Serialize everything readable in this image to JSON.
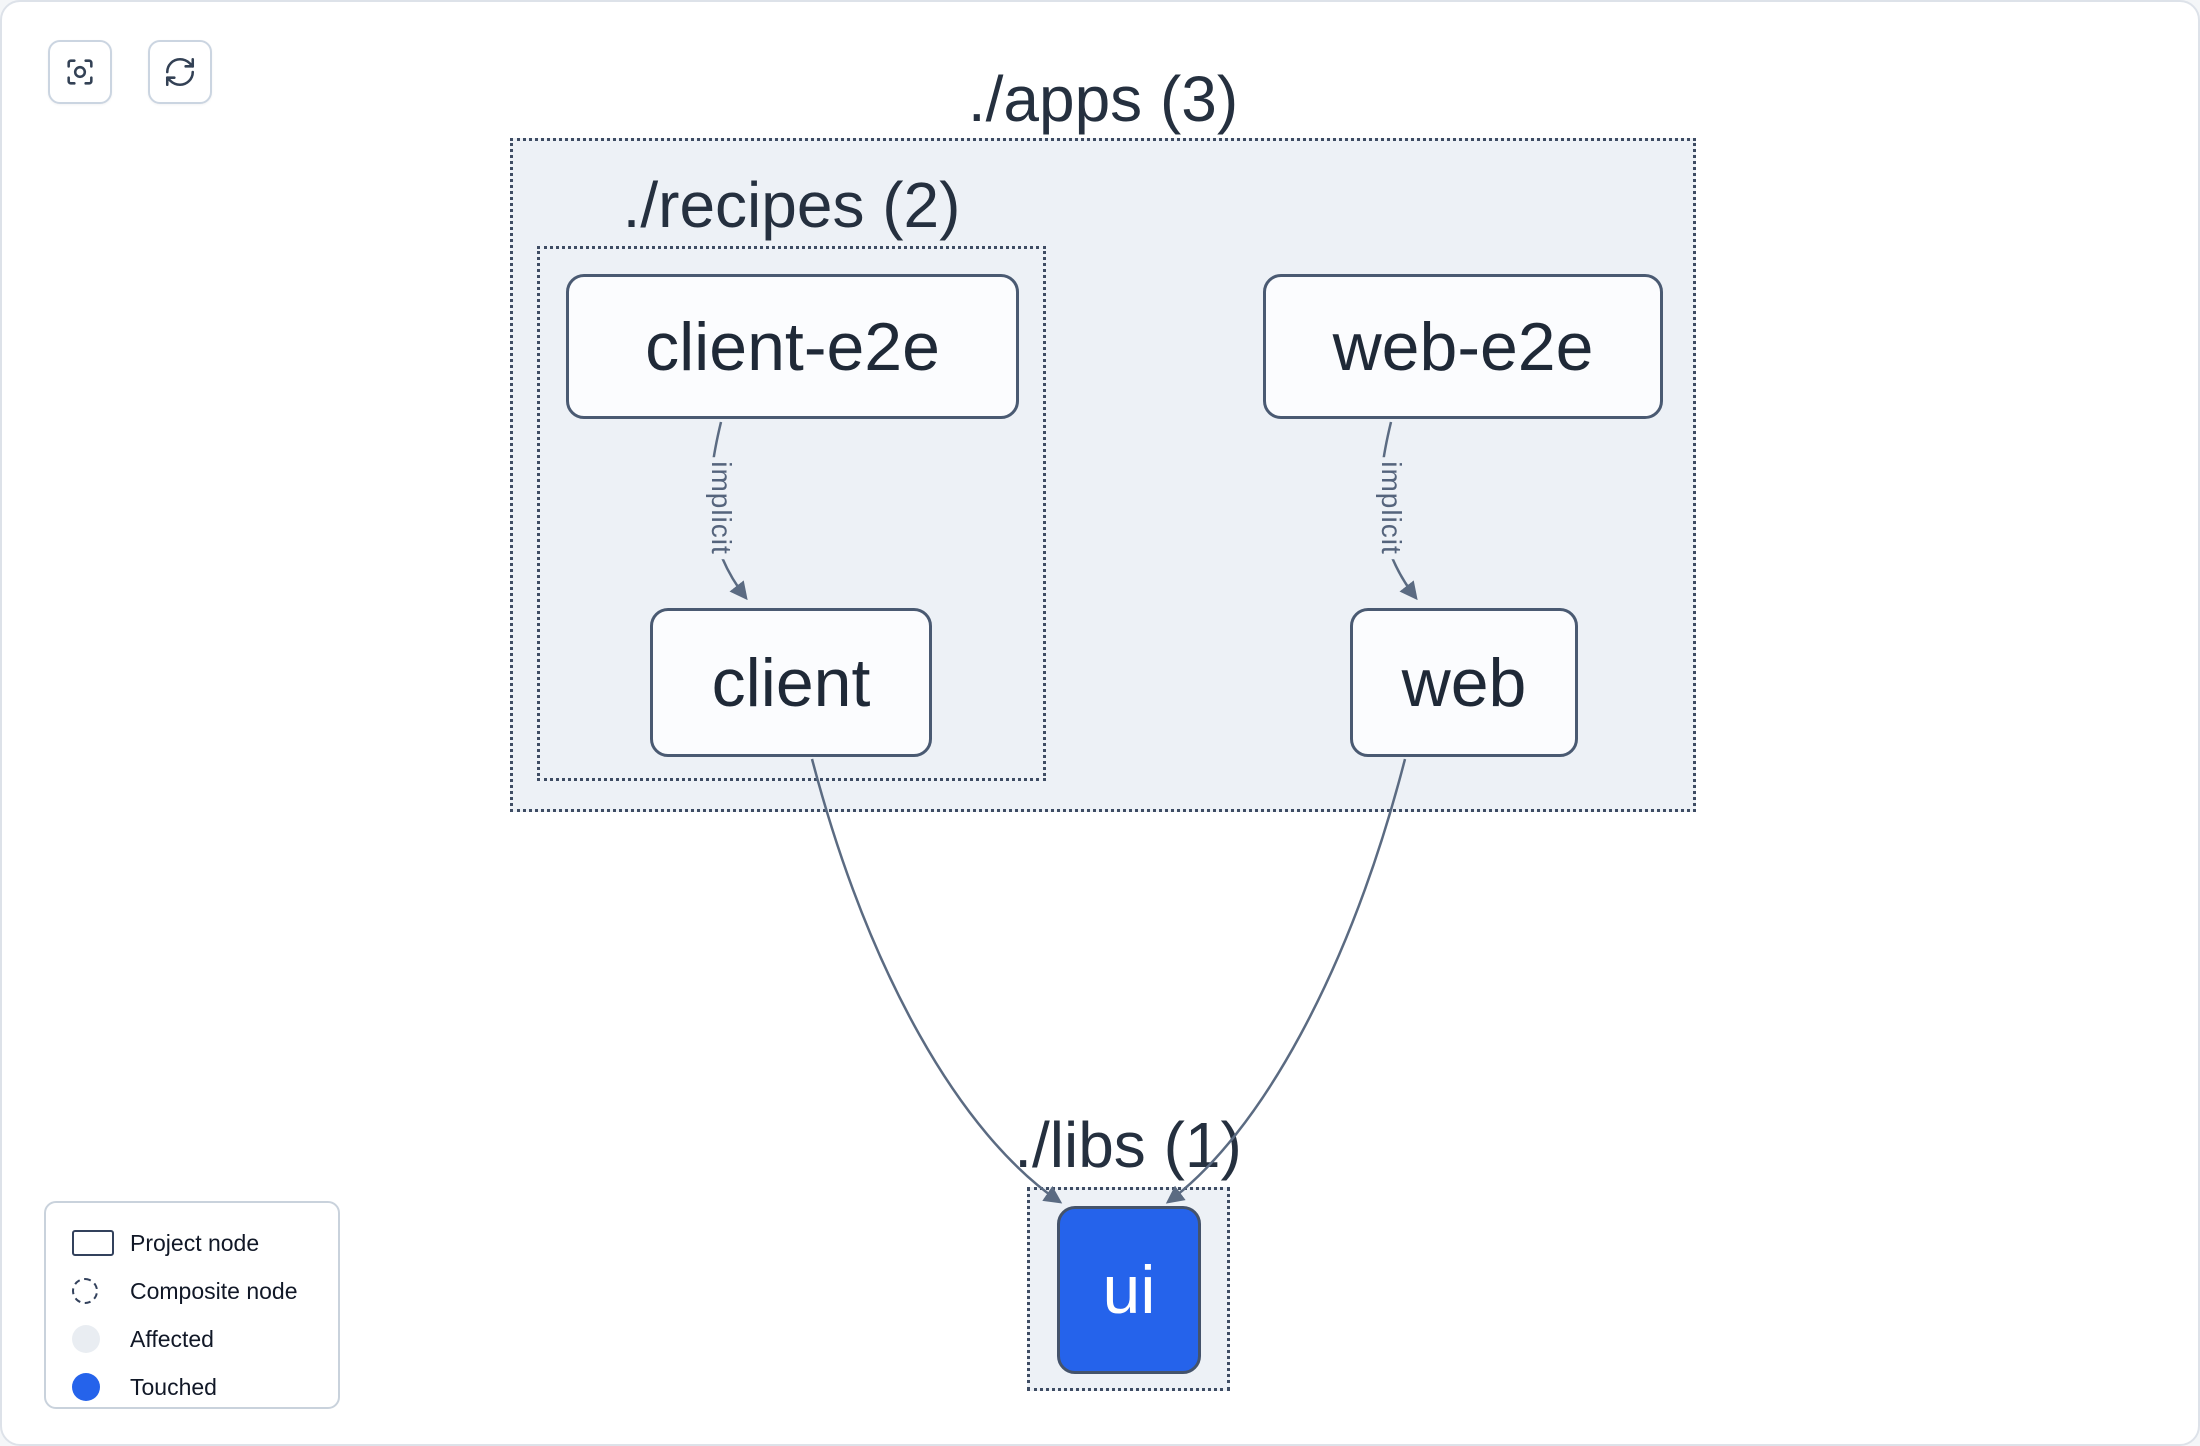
{
  "toolbar": {
    "buttons": [
      {
        "name": "focus",
        "icon": "focus-target-icon"
      },
      {
        "name": "refresh",
        "icon": "refresh-icon"
      }
    ]
  },
  "graph": {
    "groups": [
      {
        "id": "apps",
        "label": "./apps (3)"
      },
      {
        "id": "recipes",
        "label": "./recipes (2)"
      },
      {
        "id": "libs",
        "label": "./libs (1)"
      }
    ],
    "nodes": [
      {
        "id": "client-e2e",
        "label": "client-e2e",
        "state": "normal"
      },
      {
        "id": "web-e2e",
        "label": "web-e2e",
        "state": "normal"
      },
      {
        "id": "client",
        "label": "client",
        "state": "normal"
      },
      {
        "id": "web",
        "label": "web",
        "state": "normal"
      },
      {
        "id": "ui",
        "label": "ui",
        "state": "touched"
      }
    ],
    "edges": [
      {
        "from": "client-e2e",
        "to": "client",
        "label": "implicit"
      },
      {
        "from": "web-e2e",
        "to": "web",
        "label": "implicit"
      },
      {
        "from": "client",
        "to": "ui",
        "label": ""
      },
      {
        "from": "web",
        "to": "ui",
        "label": ""
      }
    ]
  },
  "legend": {
    "items": [
      {
        "type": "project",
        "label": "Project node"
      },
      {
        "type": "composite",
        "label": "Composite node"
      },
      {
        "type": "affected",
        "label": "Affected"
      },
      {
        "type": "touched",
        "label": "Touched"
      }
    ]
  },
  "colors": {
    "touched_blue": "#2563eb",
    "group_fill": "#edf1f6",
    "edge": "#5b6b82",
    "node_border": "#4a5a72"
  }
}
